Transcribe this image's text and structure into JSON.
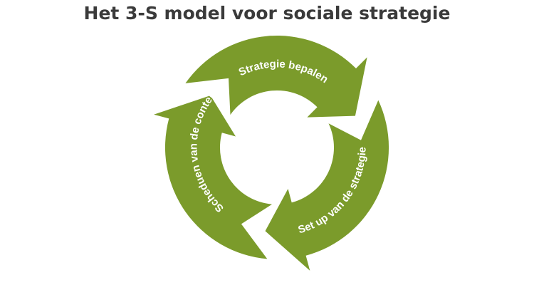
{
  "title": "Het 3-S model voor sociale strategie",
  "color": "#7b9b2b",
  "cycle": [
    {
      "label": "Strategie bepalen"
    },
    {
      "label": "Set up van de strategie"
    },
    {
      "label": "Scheduen van de content"
    }
  ]
}
